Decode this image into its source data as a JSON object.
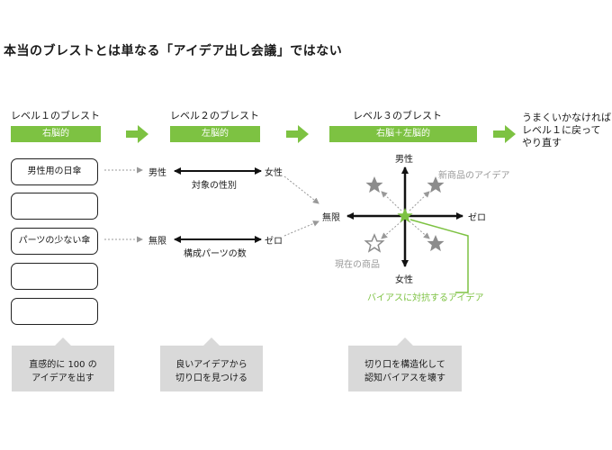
{
  "title": "本当のブレストとは単なる「アイデア出し会議」ではない",
  "levels": [
    {
      "heading": "レベル１のブレスト",
      "tag": "右脳的"
    },
    {
      "heading": "レベル２のブレスト",
      "tag": "左脳的"
    },
    {
      "heading": "レベル３のブレスト",
      "tag": "右脳＋左脳的"
    }
  ],
  "retry_note": [
    "うまくいかなければ",
    "レベル１に戻って",
    "やり直す"
  ],
  "level1_boxes": [
    "男性用の日傘",
    "",
    "パーツの少ない傘",
    "",
    ""
  ],
  "level2": {
    "row1": {
      "left": "男性",
      "right": "女性",
      "caption": "対象の性別"
    },
    "row2": {
      "left": "無限",
      "right": "ゼロ",
      "caption": "構成パーツの数"
    }
  },
  "level3": {
    "top": "男性",
    "bottom": "女性",
    "left": "無限",
    "right": "ゼロ",
    "new_idea": "新商品のアイデア",
    "current": "現在の商品",
    "bias_idea": "バイアスに対抗するアイデア"
  },
  "callouts": [
    [
      "直感的に 100 の",
      "アイデアを出す"
    ],
    [
      "良いアイデアから",
      "切り口を見つける"
    ],
    [
      "切り口を構造化して",
      "認知バイアスを壊す"
    ]
  ],
  "colors": {
    "accent": "#7dc242",
    "star_gray": "#8c8c8c",
    "callout_bg": "#d9d9d9"
  }
}
